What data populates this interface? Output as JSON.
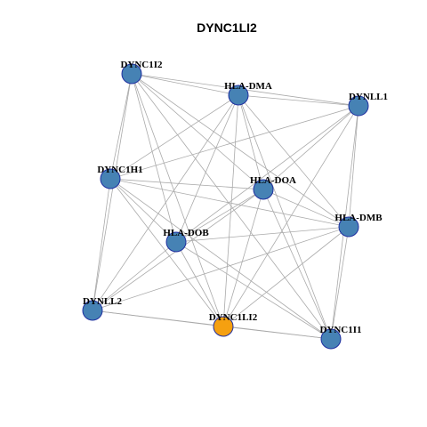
{
  "title": "DYNC1LI2",
  "colors": {
    "node_default": "#4682b4",
    "node_highlight": "#f5a010",
    "node_border": "#1f2fa0",
    "edge": "#aaaaaa"
  },
  "nodes": [
    {
      "id": "DYNC1I2",
      "label": "DYNC1I2",
      "highlight": false
    },
    {
      "id": "HLA-DMA",
      "label": "HLA-DMA",
      "highlight": false
    },
    {
      "id": "DYNLL1",
      "label": "DYNLL1",
      "highlight": false
    },
    {
      "id": "DYNC1H1",
      "label": "DYNC1H1",
      "highlight": false
    },
    {
      "id": "HLA-DOA",
      "label": "HLA-DOA",
      "highlight": false
    },
    {
      "id": "HLA-DMB",
      "label": "HLA-DMB",
      "highlight": false
    },
    {
      "id": "HLA-DOB",
      "label": "HLA-DOB",
      "highlight": false
    },
    {
      "id": "DYNLL2",
      "label": "DYNLL2",
      "highlight": false
    },
    {
      "id": "DYNC1LI2",
      "label": "DYNC1LI2",
      "highlight": true
    },
    {
      "id": "DYNC1I1",
      "label": "DYNC1I1",
      "highlight": false
    }
  ],
  "edges": [
    [
      "DYNC1I2",
      "HLA-DMA"
    ],
    [
      "DYNC1I2",
      "DYNLL1"
    ],
    [
      "DYNC1I2",
      "DYNC1H1"
    ],
    [
      "DYNC1I2",
      "HLA-DOA"
    ],
    [
      "DYNC1I2",
      "HLA-DMB"
    ],
    [
      "DYNC1I2",
      "HLA-DOB"
    ],
    [
      "DYNC1I2",
      "DYNLL2"
    ],
    [
      "DYNC1I2",
      "DYNC1LI2"
    ],
    [
      "DYNC1I2",
      "DYNC1I1"
    ],
    [
      "HLA-DMA",
      "DYNLL1"
    ],
    [
      "HLA-DMA",
      "DYNC1H1"
    ],
    [
      "HLA-DMA",
      "HLA-DOA"
    ],
    [
      "HLA-DMA",
      "HLA-DMB"
    ],
    [
      "HLA-DMA",
      "HLA-DOB"
    ],
    [
      "HLA-DMA",
      "DYNLL2"
    ],
    [
      "HLA-DMA",
      "DYNC1LI2"
    ],
    [
      "HLA-DMA",
      "DYNC1I1"
    ],
    [
      "DYNLL1",
      "DYNC1H1"
    ],
    [
      "DYNLL1",
      "HLA-DOA"
    ],
    [
      "DYNLL1",
      "HLA-DMB"
    ],
    [
      "DYNLL1",
      "HLA-DOB"
    ],
    [
      "DYNLL1",
      "DYNC1LI2"
    ],
    [
      "DYNLL1",
      "DYNC1I1"
    ],
    [
      "DYNC1H1",
      "HLA-DOA"
    ],
    [
      "DYNC1H1",
      "HLA-DMB"
    ],
    [
      "DYNC1H1",
      "HLA-DOB"
    ],
    [
      "DYNC1H1",
      "DYNLL2"
    ],
    [
      "DYNC1H1",
      "DYNC1LI2"
    ],
    [
      "DYNC1H1",
      "DYNC1I1"
    ],
    [
      "HLA-DOA",
      "HLA-DMB"
    ],
    [
      "HLA-DOA",
      "HLA-DOB"
    ],
    [
      "HLA-DOA",
      "DYNLL2"
    ],
    [
      "HLA-DOA",
      "DYNC1LI2"
    ],
    [
      "HLA-DOA",
      "DYNC1I1"
    ],
    [
      "HLA-DMB",
      "HLA-DOB"
    ],
    [
      "HLA-DMB",
      "DYNLL2"
    ],
    [
      "HLA-DMB",
      "DYNC1LI2"
    ],
    [
      "HLA-DMB",
      "DYNC1I1"
    ],
    [
      "HLA-DOB",
      "DYNLL2"
    ],
    [
      "HLA-DOB",
      "DYNC1LI2"
    ],
    [
      "HLA-DOB",
      "DYNC1I1"
    ],
    [
      "DYNLL2",
      "DYNC1LI2"
    ],
    [
      "DYNLL2",
      "DYNC1I1"
    ],
    [
      "DYNC1LI2",
      "DYNC1I1"
    ]
  ]
}
